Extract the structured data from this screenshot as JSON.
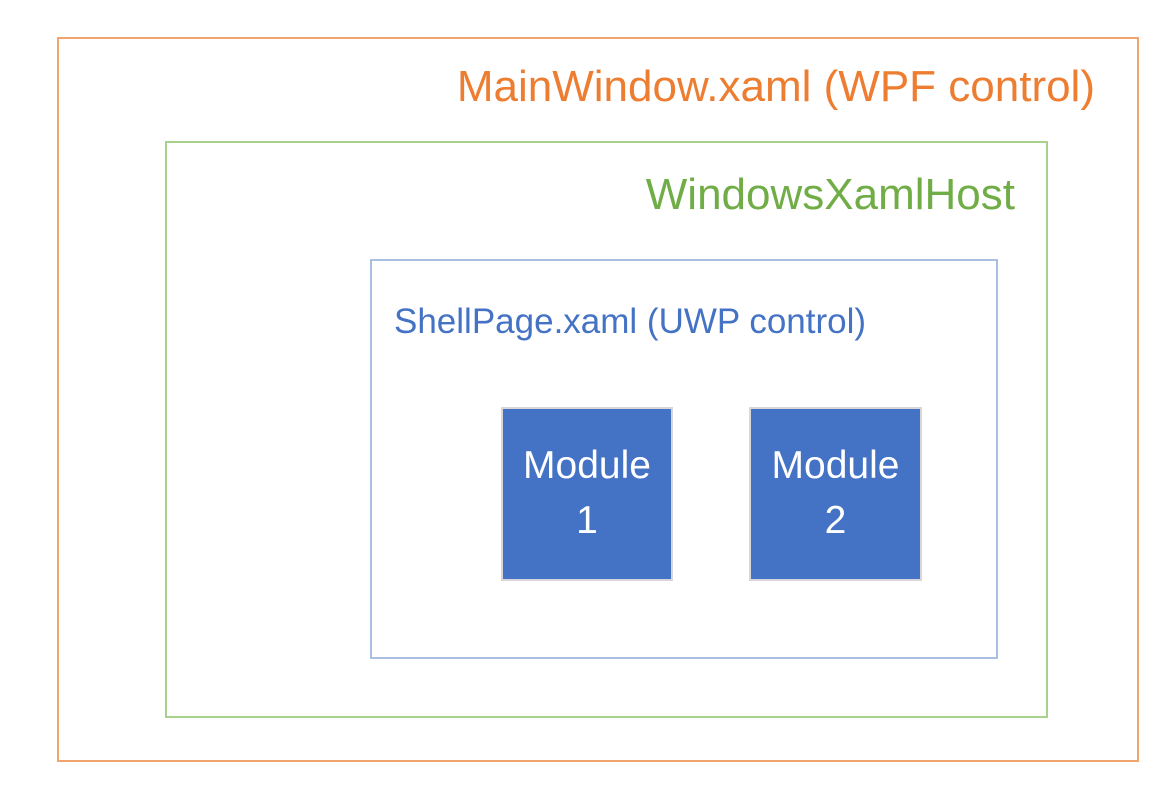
{
  "page": {
    "background_color": "#FFFFFF"
  },
  "diagram": {
    "outer_box": {
      "label": "MainWindow.xaml (WPF control)",
      "text_color": "#ED7D31",
      "border_color": "#F1A470"
    },
    "xaml_host_box": {
      "label": "WindowsXamlHost",
      "text_color": "#70AD47",
      "border_color": "#A9D18E"
    },
    "shell_page_box": {
      "label": "ShellPage.xaml (UWP control)",
      "text_color": "#4472C4",
      "border_color": "#A9BFE4"
    },
    "modules": [
      {
        "name": "Module",
        "number": "1",
        "fill_color": "#4472C4",
        "border_color": "#D6D6DB",
        "text_color": "#FFFFFF"
      },
      {
        "name": "Module",
        "number": "2",
        "fill_color": "#4472C4",
        "border_color": "#D6D6DB",
        "text_color": "#FFFFFF"
      }
    ]
  }
}
